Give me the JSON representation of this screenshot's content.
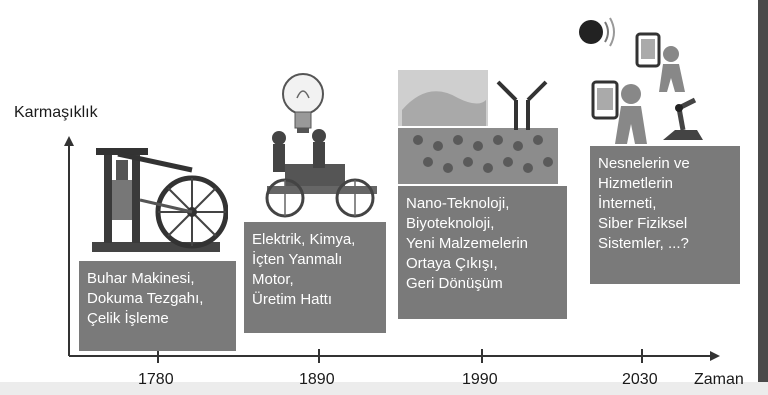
{
  "y_axis_label": "Karmaşıklık",
  "x_axis_label": "Zaman",
  "years": [
    "1780",
    "1890",
    "1990",
    "2030"
  ],
  "eras": [
    {
      "year": "1780",
      "lines": [
        "Buhar Makinesi,",
        "Dokuma Tezgahı,",
        "Çelik İşleme"
      ],
      "illustration": "steam-engine-icon"
    },
    {
      "year": "1890",
      "lines": [
        "Elektrik, Kimya,",
        "İçten Yanmalı",
        "Motor,",
        "Üretim Hattı"
      ],
      "illustration": "lightbulb-car-icon"
    },
    {
      "year": "1990",
      "lines": [
        "Nano-Teknoloji,",
        "Biyoteknoloji,",
        "Yeni Malzemelerin",
        "Ortaya Çıkışı,",
        "Geri Dönüşüm"
      ],
      "illustration": "nanotech-molecule-icon"
    },
    {
      "year": "2030",
      "lines": [
        "Nesnelerin ve",
        "Hizmetlerin",
        "İnterneti,",
        "Siber Fiziksel",
        "Sistemler, ...?"
      ],
      "illustration": "iot-devices-icon"
    }
  ],
  "colors": {
    "box": "#7a7a7a",
    "box_text": "#ffffff",
    "axis": "#333333"
  }
}
